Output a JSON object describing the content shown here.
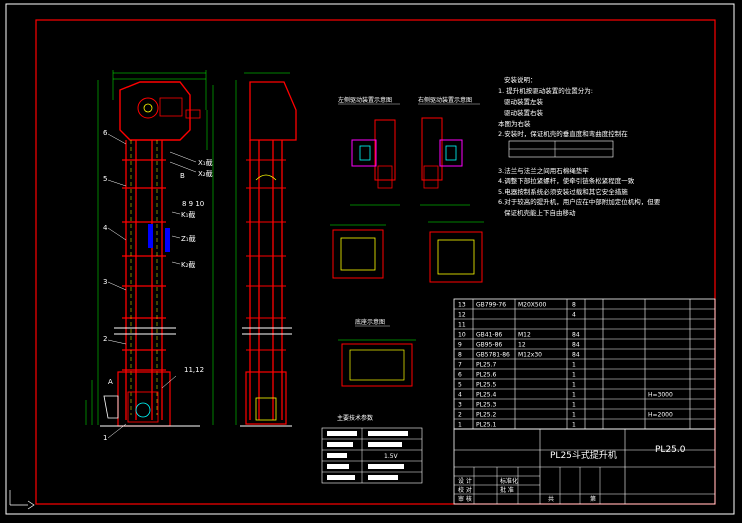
{
  "drawing": {
    "views": {
      "left_section": "左侧驱动装置示意图",
      "right_section": "右侧驱动装置示意图",
      "base_section": "底座示意图"
    },
    "install_notes": {
      "title": "安装说明：",
      "lines": [
        "1. 提升机按驱动装置的位置分为:",
        "驱动装置左装",
        "驱动装置右装",
        "本图为右装",
        "2.安装时，保证机壳的垂直度和弯曲度控制在",
        "3.法兰与法兰之间用石棉绳垫牢",
        "4.调整下部拉紧螺杆，使牵引链条松紧程度一致",
        "5.电器按制系统必须安装过载和其它安全措施",
        "6.对于较高的提升机，用户应在中部附加定位机构，但要",
        "保证机壳能上下自由移动"
      ]
    },
    "labels": {
      "n1": "1",
      "n2": "2",
      "n3": "3",
      "n4": "4",
      "n5": "5",
      "n6": "6",
      "n8910": "8  9  10",
      "n1112": "11,12",
      "x1": "X₁截",
      "x2": "X₂截",
      "k1": "K₁截",
      "z1": "Z₁截",
      "k2": "K₂截",
      "a": "A",
      "b": "B"
    },
    "params_table": {
      "title": "主要技术参数",
      "value_row3": "1.5V"
    },
    "bom": [
      {
        "no": "13",
        "code": "GB799-76",
        "name": "M20X500",
        "qty": "8"
      },
      {
        "no": "12",
        "code": "",
        "name": "",
        "qty": "4"
      },
      {
        "no": "11",
        "code": "",
        "name": "",
        "qty": ""
      },
      {
        "no": "10",
        "code": "GB41-86",
        "name": "M12",
        "qty": "84"
      },
      {
        "no": "9",
        "code": "GB95-86",
        "name": "12",
        "qty": "84"
      },
      {
        "no": "8",
        "code": "GB5781-86",
        "name": "M12x30",
        "qty": "84"
      },
      {
        "no": "7",
        "code": "PL25.7",
        "name": "",
        "qty": "1"
      },
      {
        "no": "6",
        "code": "PL25.6",
        "name": "",
        "qty": "1"
      },
      {
        "no": "5",
        "code": "PL25.5",
        "name": "",
        "qty": "1"
      },
      {
        "no": "4",
        "code": "PL25.4",
        "name": "",
        "qty": "1",
        "note": "H=3000"
      },
      {
        "no": "3",
        "code": "PL25.3",
        "name": "",
        "qty": "1"
      },
      {
        "no": "2",
        "code": "PL25.2",
        "name": "",
        "qty": "1",
        "note": "H=2000"
      },
      {
        "no": "1",
        "code": "PL25.1",
        "name": "",
        "qty": "1"
      }
    ],
    "title_block": {
      "drawing_name": "PL25斗式提升机",
      "drawing_code": "PL25.0",
      "row_label_1": "设 计",
      "row_label_2": "校 对",
      "row_label_3": "审 核",
      "col_label_1": "标准化",
      "col_label_2": "批 准",
      "sheet_total": "共",
      "sheet_no": "第"
    },
    "colors": {
      "background": "#000000",
      "border": "#ff0000",
      "frame": "#ffffff",
      "machine": "#ff0000",
      "green": "#00ff00",
      "cyan": "#00ffff",
      "yellow": "#ffff00",
      "magenta": "#ff00ff",
      "blue": "#0000ff"
    }
  }
}
